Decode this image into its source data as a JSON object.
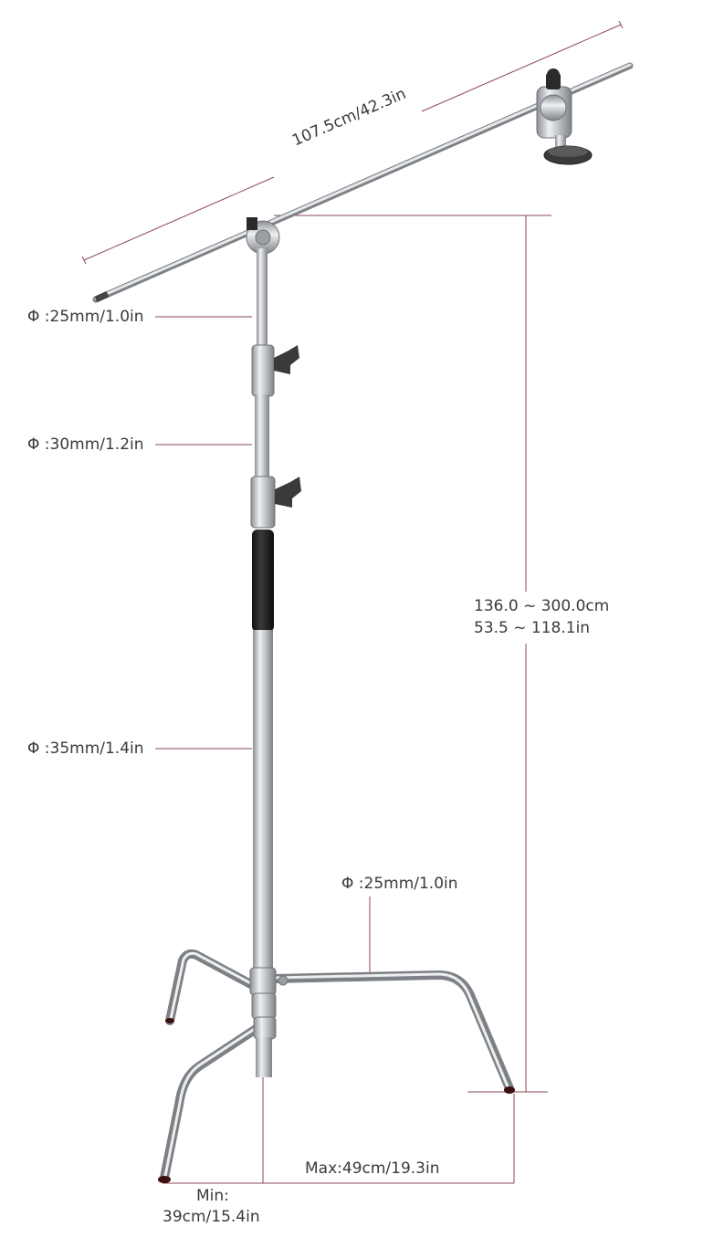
{
  "labels": {
    "boom_length": "107.5cm/42.3in",
    "top_tube_diameter": "Φ :25mm/1.0in",
    "mid_tube_diameter": "Φ :30mm/1.2in",
    "base_tube_diameter": "Φ :35mm/1.4in",
    "leg_diameter": "Φ :25mm/1.0in",
    "height_range_cm": "136.0 ~ 300.0cm",
    "height_range_in": "53.5 ~ 118.1in",
    "max_footprint": "Max:49cm/19.3in",
    "min_footprint_label": "Min:",
    "min_footprint_value": "39cm/15.4in"
  },
  "colors": {
    "dimension_line": "#8a4a52",
    "text": "#3a3a3a",
    "steel": "#b9bcc0",
    "grip": "#1e1e1e",
    "foot": "#3a1010"
  }
}
